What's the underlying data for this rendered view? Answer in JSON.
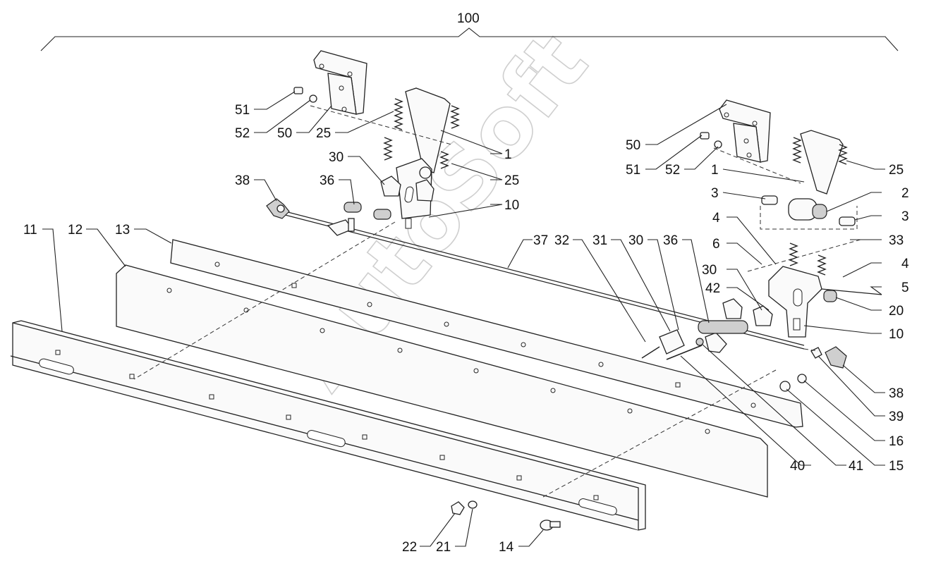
{
  "assembly": {
    "number": "100"
  },
  "watermark": "AutoSoft",
  "callouts": [
    {
      "id": "c51a",
      "text": "51"
    },
    {
      "id": "c52a",
      "text": "52"
    },
    {
      "id": "c50a",
      "text": "50"
    },
    {
      "id": "c25a",
      "text": "25"
    },
    {
      "id": "c1a",
      "text": "1"
    },
    {
      "id": "c30a",
      "text": "30"
    },
    {
      "id": "c25b",
      "text": "25"
    },
    {
      "id": "c38a",
      "text": "38"
    },
    {
      "id": "c36a",
      "text": "36"
    },
    {
      "id": "c10a",
      "text": "10"
    },
    {
      "id": "c11",
      "text": "11"
    },
    {
      "id": "c12",
      "text": "12"
    },
    {
      "id": "c13",
      "text": "13"
    },
    {
      "id": "c37",
      "text": "37"
    },
    {
      "id": "c32",
      "text": "32"
    },
    {
      "id": "c31",
      "text": "31"
    },
    {
      "id": "c30b",
      "text": "30"
    },
    {
      "id": "c36b",
      "text": "36"
    },
    {
      "id": "c50b",
      "text": "50"
    },
    {
      "id": "c51b",
      "text": "51"
    },
    {
      "id": "c52b",
      "text": "52"
    },
    {
      "id": "c1b",
      "text": "1"
    },
    {
      "id": "c25c",
      "text": "25"
    },
    {
      "id": "c3a",
      "text": "3"
    },
    {
      "id": "c2",
      "text": "2"
    },
    {
      "id": "c3b",
      "text": "3"
    },
    {
      "id": "c4a",
      "text": "4"
    },
    {
      "id": "c33",
      "text": "33"
    },
    {
      "id": "c6",
      "text": "6"
    },
    {
      "id": "c4b",
      "text": "4"
    },
    {
      "id": "c30c",
      "text": "30"
    },
    {
      "id": "c5",
      "text": "5"
    },
    {
      "id": "c42",
      "text": "42"
    },
    {
      "id": "c20",
      "text": "20"
    },
    {
      "id": "c10b",
      "text": "10"
    },
    {
      "id": "c38b",
      "text": "38"
    },
    {
      "id": "c39",
      "text": "39"
    },
    {
      "id": "c16",
      "text": "16"
    },
    {
      "id": "c15",
      "text": "15"
    },
    {
      "id": "c40",
      "text": "40"
    },
    {
      "id": "c41",
      "text": "41"
    },
    {
      "id": "c22",
      "text": "22"
    },
    {
      "id": "c21",
      "text": "21"
    },
    {
      "id": "c14",
      "text": "14"
    }
  ]
}
